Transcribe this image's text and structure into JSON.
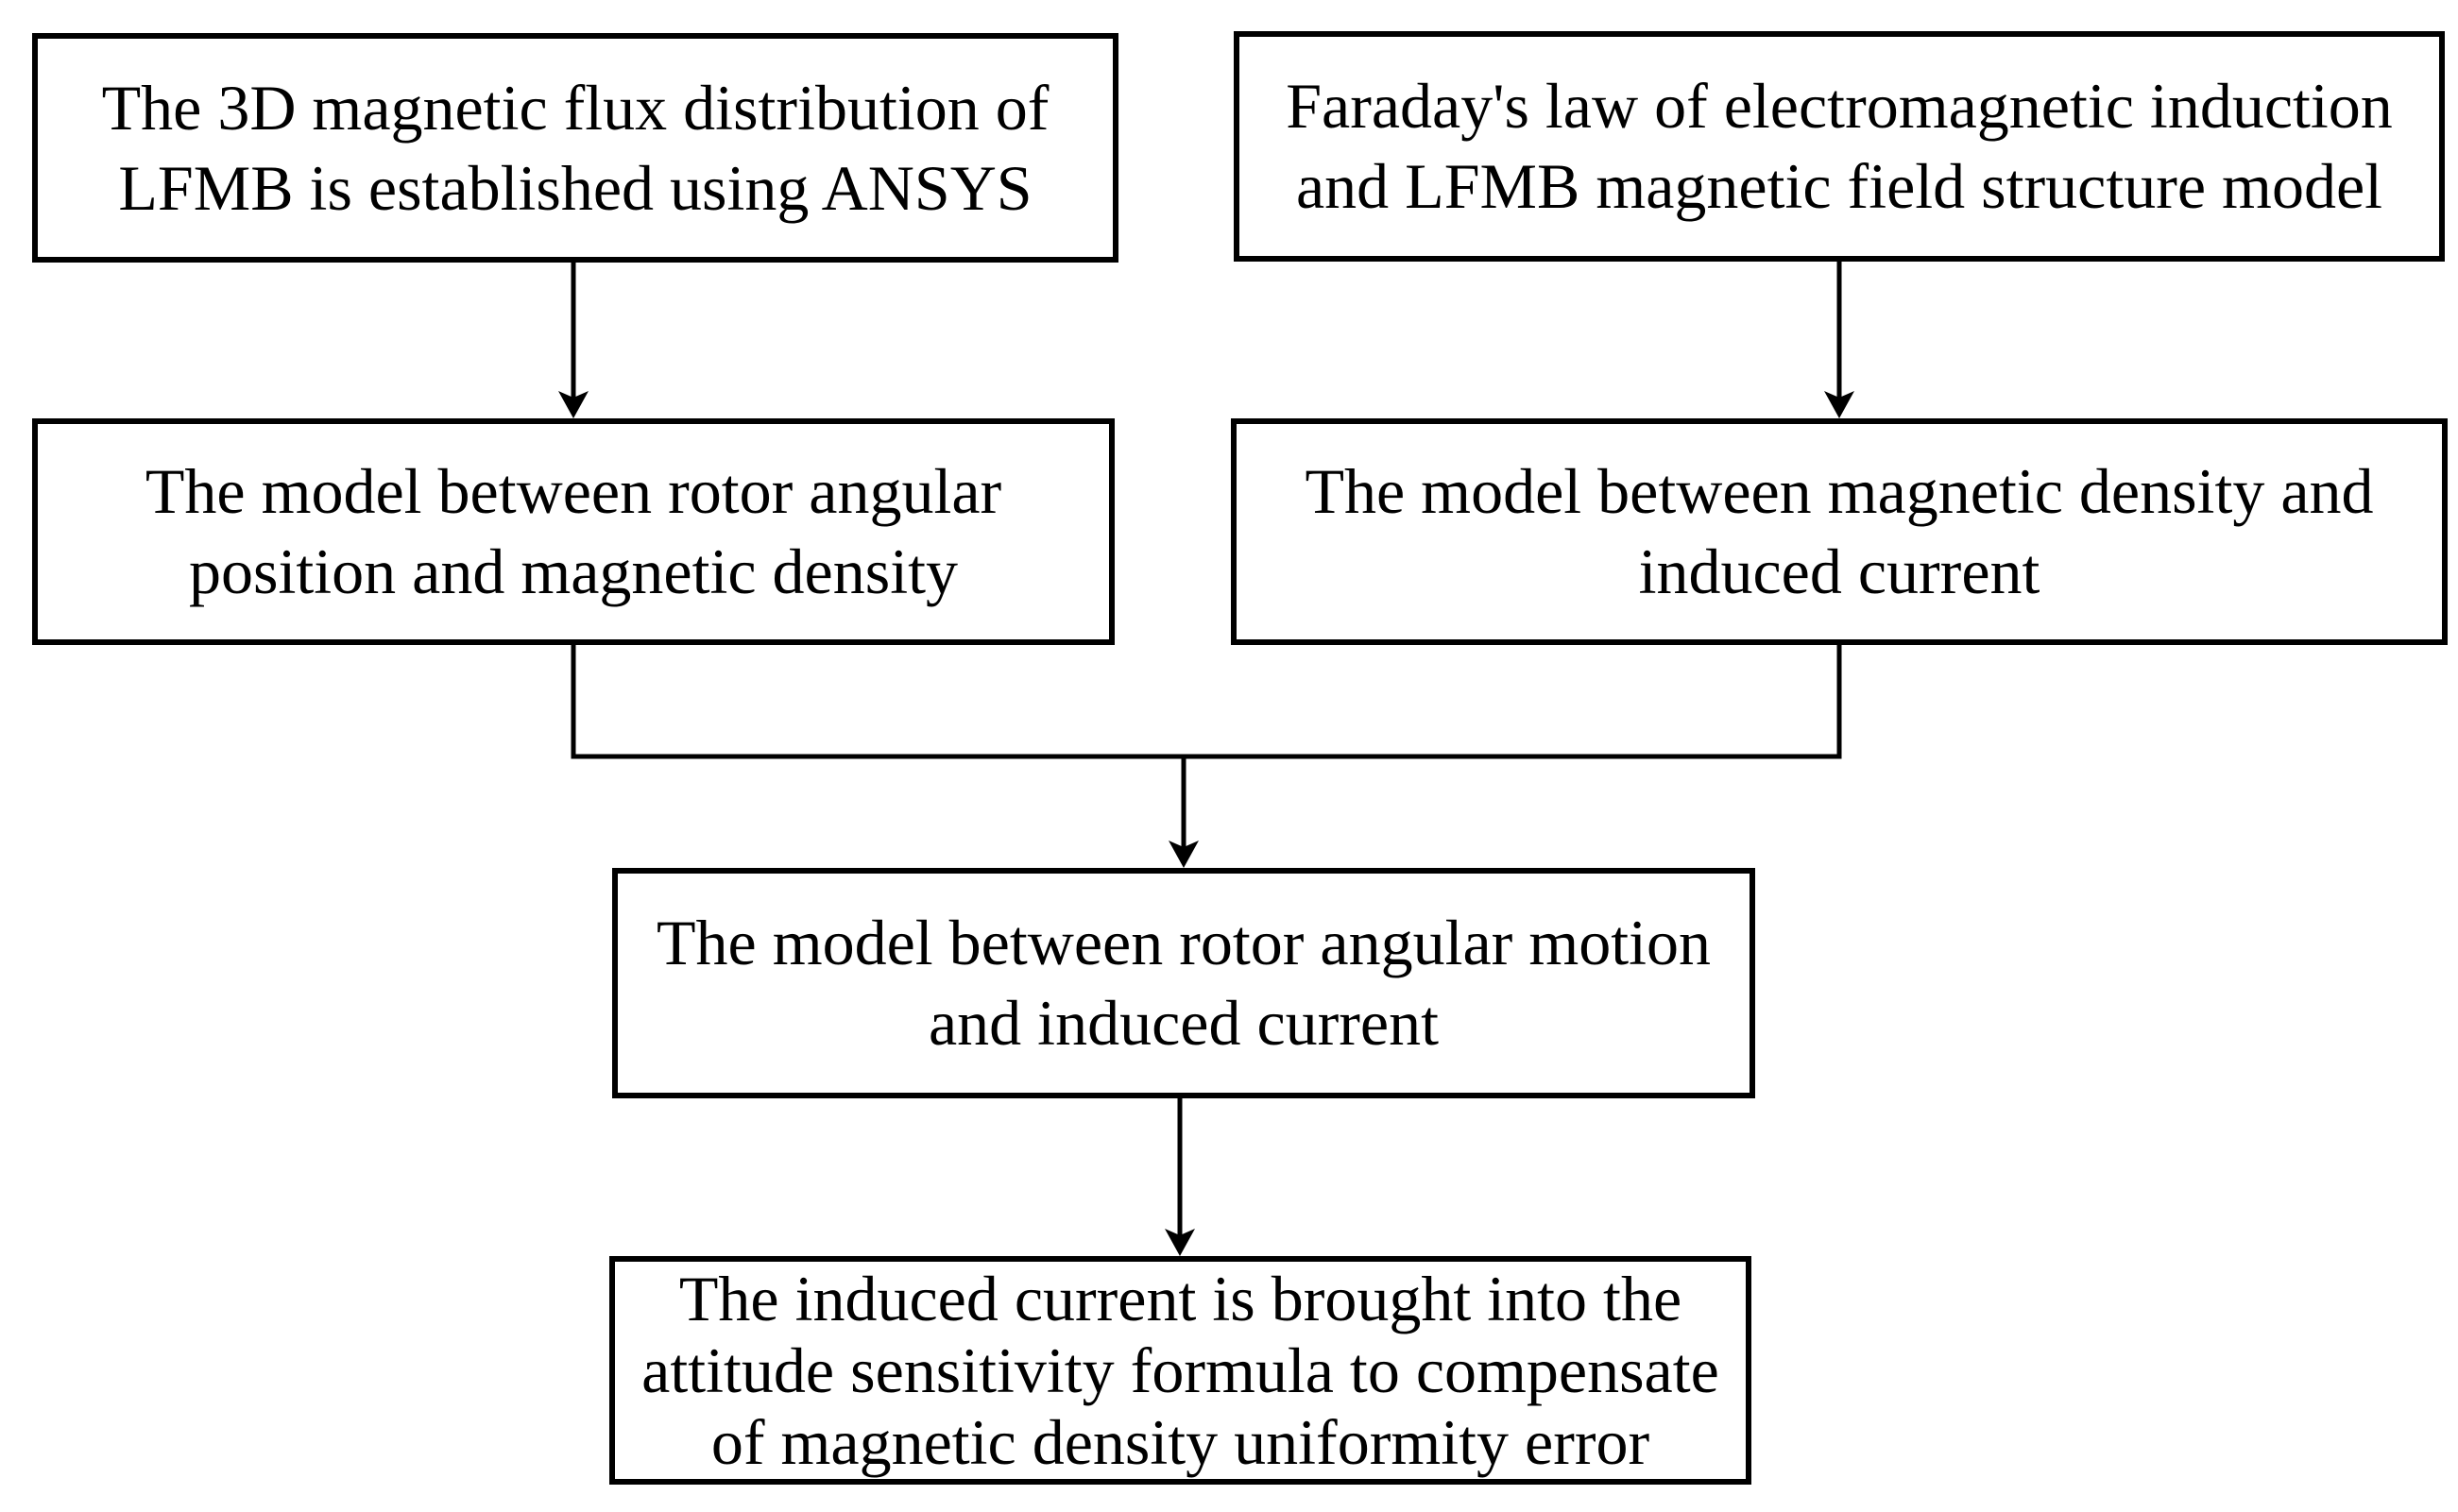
{
  "flowchart": {
    "background_color": "#ffffff",
    "stroke_color": "#000000",
    "boxes": [
      {
        "id": "ansys-flux",
        "lines": [
          "The 3D magnetic flux distribution of",
          "LFMB is established using ANSYS"
        ]
      },
      {
        "id": "faraday-law",
        "lines": [
          "Faraday's law of electromagnetic induction",
          "and LFMB magnetic field structure model"
        ]
      },
      {
        "id": "rotor-position",
        "lines": [
          "The model between rotor angular",
          "position and magnetic density"
        ]
      },
      {
        "id": "magnetic-density",
        "lines": [
          "The model between magnetic density and",
          "induced current"
        ]
      },
      {
        "id": "rotor-motion",
        "lines": [
          "The model between rotor angular motion",
          "and induced current"
        ]
      },
      {
        "id": "compensation",
        "lines": [
          "The induced current is brought into the",
          "attitude sensitivity formula to compensate",
          "of magnetic density uniformity error"
        ]
      }
    ],
    "connections": [
      {
        "from": "ansys-flux",
        "to": "rotor-position",
        "type": "arrow"
      },
      {
        "from": "faraday-law",
        "to": "magnetic-density",
        "type": "arrow"
      },
      {
        "from": "rotor-position",
        "to": "rotor-motion",
        "type": "merge-arrow"
      },
      {
        "from": "magnetic-density",
        "to": "rotor-motion",
        "type": "merge-arrow"
      },
      {
        "from": "rotor-motion",
        "to": "compensation",
        "type": "arrow"
      }
    ]
  }
}
